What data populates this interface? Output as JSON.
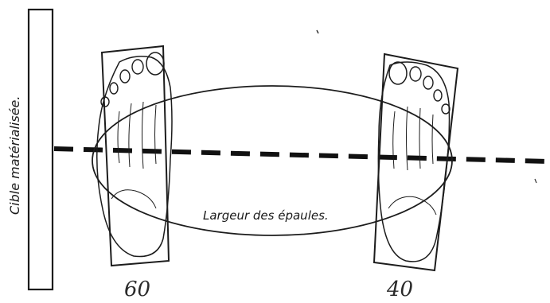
{
  "target_label": "Cible matérialisée.",
  "width_label": "Largeur des épaules.",
  "left_foot_value": "60",
  "right_foot_value": "40",
  "ink_color": "#1c1c1c"
}
